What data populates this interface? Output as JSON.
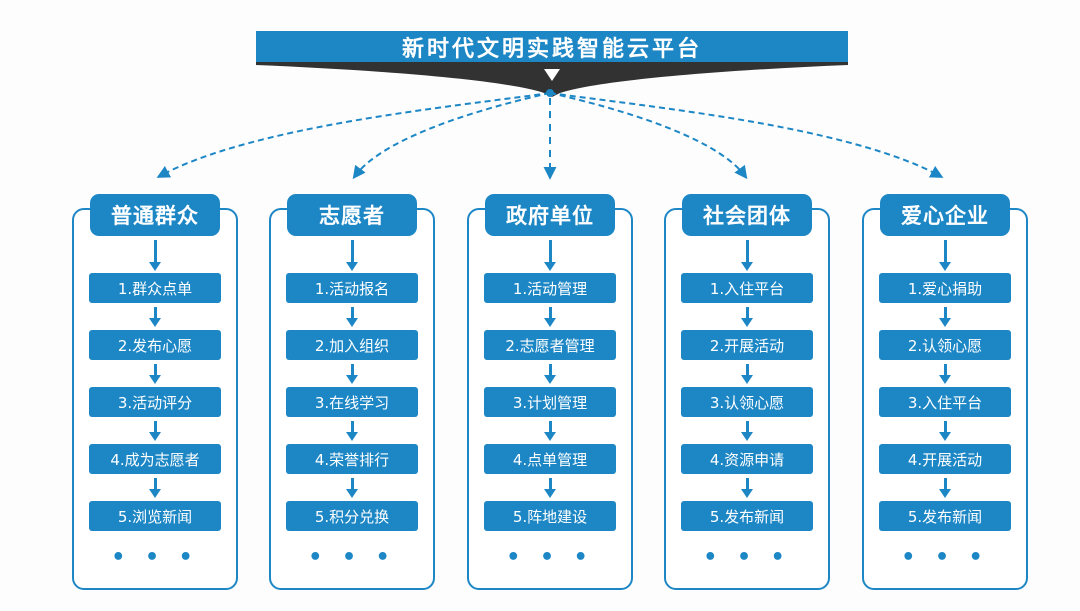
{
  "title": "新时代文明实践智能云平台",
  "colors": {
    "primary_blue": "#1d87c6",
    "ribbon_dark": "#323232",
    "background": "#fdfdfd",
    "text_on_blue": "#ffffff"
  },
  "icons": {
    "banner_down_arrow": "white triangle pointing down",
    "fan_connector": "dashed curves fanning from platform to five role columns",
    "flow_arrow": "solid blue down arrow"
  },
  "columns": [
    {
      "title": "普通群众",
      "items": [
        "1.群众点单",
        "2.发布心愿",
        "3.活动评分",
        "4.成为志愿者",
        "5.浏览新闻"
      ],
      "more": "• • •"
    },
    {
      "title": "志愿者",
      "items": [
        "1.活动报名",
        "2.加入组织",
        "3.在线学习",
        "4.荣誉排行",
        "5.积分兑换"
      ],
      "more": "• • •"
    },
    {
      "title": "政府单位",
      "items": [
        "1.活动管理",
        "2.志愿者管理",
        "3.计划管理",
        "4.点单管理",
        "5.阵地建设"
      ],
      "more": "• • •"
    },
    {
      "title": "社会团体",
      "items": [
        "1.入住平台",
        "2.开展活动",
        "3.认领心愿",
        "4.资源申请",
        "5.发布新闻"
      ],
      "more": "• • •"
    },
    {
      "title": "爱心企业",
      "items": [
        "1.爱心捐助",
        "2.认领心愿",
        "3.入住平台",
        "4.开展活动",
        "5.发布新闻"
      ],
      "more": "• • •"
    }
  ]
}
